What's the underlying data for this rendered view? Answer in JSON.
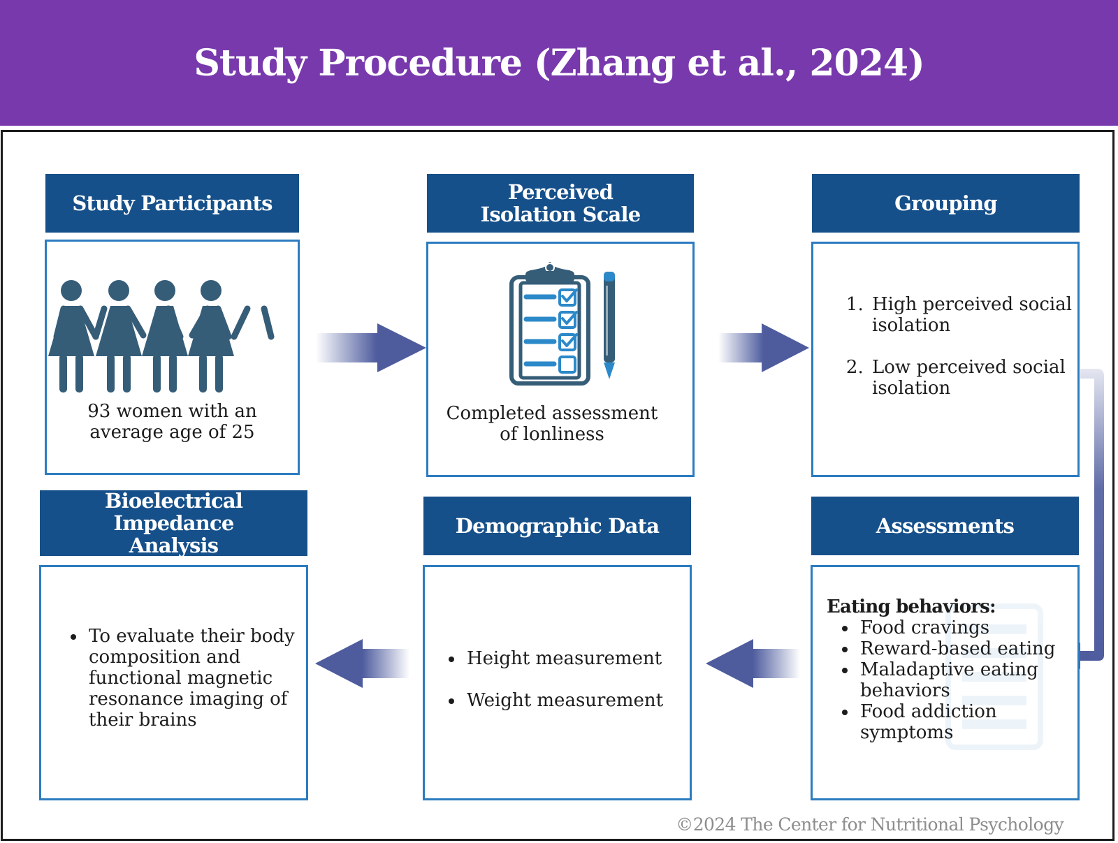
{
  "title": "Study Procedure (Zhang et al., 2024)",
  "steps": {
    "participants": {
      "header": "Study Participants",
      "text_line1": "93 women with an",
      "text_line2": "average age of 25"
    },
    "isolation_scale": {
      "header": "Perceived Isolation Scale",
      "text_line1": "Completed assessment",
      "text_line2": "of lonliness"
    },
    "grouping": {
      "header": "Grouping",
      "items": [
        "High perceived social isolation",
        "Low perceived social isolation"
      ]
    },
    "assessments": {
      "header": "Assessments",
      "subheading": "Eating behaviors:",
      "items": [
        "Food cravings",
        "Reward-based eating",
        "Maladaptive eating behaviors",
        "Food addiction symptoms"
      ]
    },
    "demographic": {
      "header": "Demographic Data",
      "items": [
        "Height measurement",
        "Weight measurement"
      ]
    },
    "bioelectrical": {
      "header": "Bioelectrical Impedance Analysis",
      "items": [
        "To evaluate their body composition and functional magnetic resonance imaging of their brains"
      ]
    }
  },
  "icons": {
    "participants": "four-women-holding-hands-icon",
    "isolation_scale": "clipboard-checklist-pencil-icon"
  },
  "colors": {
    "banner": "#7839ad",
    "header_fill": "#16508a",
    "box_border": "#2c7cc0",
    "arrow": "#4e5c9e",
    "icon": "#365d78"
  },
  "credit": "©2024 The Center for Nutritional Psychology"
}
